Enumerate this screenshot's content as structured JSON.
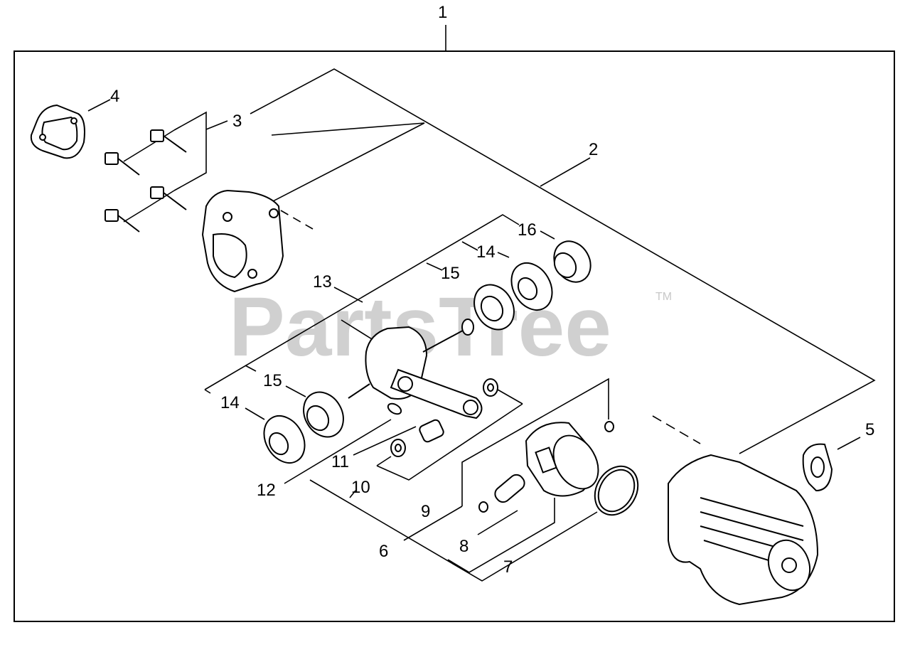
{
  "callouts": {
    "c1": "1",
    "c2": "2",
    "c3": "3",
    "c4": "4",
    "c5": "5",
    "c6": "6",
    "c7": "7",
    "c8": "8",
    "c9": "9",
    "c10": "10",
    "c11": "11",
    "c12": "12",
    "c13": "13",
    "c14a": "14",
    "c14b": "14",
    "c15a": "15",
    "c15b": "15",
    "c16": "16"
  },
  "watermark": {
    "text": "PartsTree",
    "trademark": "TM"
  }
}
